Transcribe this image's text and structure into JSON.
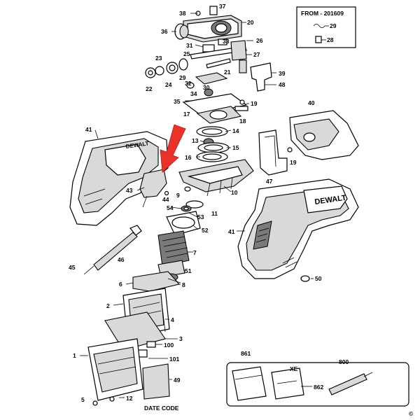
{
  "notice": {
    "title": "FROM - 201609",
    "item_a": "29",
    "item_b": "28"
  },
  "date_code_label": "DATE CODE",
  "copyright": "©",
  "brand_text": "DEWALT",
  "labels": {
    "p1": "1",
    "p2": "2",
    "p3": "3",
    "p4": "4",
    "p5": "5",
    "p6": "6",
    "p7": "7",
    "p8": "8",
    "p9": "9",
    "p10": "10",
    "p11": "11",
    "p12": "12",
    "p13": "13",
    "p14": "14",
    "p15": "15",
    "p16": "16",
    "p17": "17",
    "p18": "18",
    "p19a": "19",
    "p19b": "19",
    "p20": "20",
    "p21": "21",
    "p22": "22",
    "p23": "23",
    "p24": "24",
    "p25": "25",
    "p26": "26",
    "p27": "27",
    "p29": "29",
    "p30": "30",
    "p31": "31",
    "p32": "32",
    "p33": "33",
    "p34": "34",
    "p35": "35",
    "p36": "36",
    "p37": "37",
    "p38": "38",
    "p39": "39",
    "p40": "40",
    "p41a": "41",
    "p41b": "41",
    "p43": "43",
    "p44": "44",
    "p45": "45",
    "p46": "46",
    "p47": "47",
    "p48": "48",
    "p49": "49",
    "p50": "50",
    "p51": "51",
    "p52": "52",
    "p53": "53",
    "p54": "54",
    "p100": "100",
    "p101": "101",
    "p800": "800",
    "p861": "861",
    "p862": "862",
    "pxe": "XE"
  }
}
